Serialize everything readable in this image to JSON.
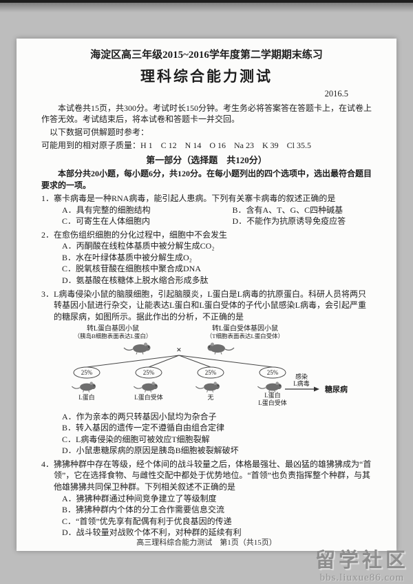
{
  "page": {
    "title": "海淀区高三年级2015~2016学年度第二学期期末练习",
    "subject": "理科综合能力测试",
    "date": "2016.5",
    "exam_notice": "本试卷共15页，共300分。考试时长150分钟。考生务必将答案答在答题卡上，在试卷上作答无效。考试结束后，将本试卷和答题卡一并交回。",
    "data_hint": "以下数据可供解题时参考：",
    "atomic_mass": "可能用到的相对原子质量：H 1　C 12　N 14　O 16　Na 23　K 39　Cl 35.5",
    "section_title": "第一部分（选择题　共120分）",
    "section_intro": "本部分共20小题，每小题6分，共120分。在每小题列出的四个选项中，选出最符合题目要求的一项。",
    "footer": "高三理科综合能力测试　第1页（共15页）"
  },
  "q1": {
    "stem": "1．寨卡病毒是一种RNA病毒，能引起人患病。下列有关寨卡病毒的叙述正确的是",
    "options": [
      "A．具有完整的细胞结构",
      "B．含有A、T、G、C四种碱基",
      "C．可寄生在人体细胞内",
      "D．不能作为抗原诱导免疫应答"
    ]
  },
  "q2": {
    "stem": "2．在愈伤组织细胞的分化过程中，细胞中不会发生",
    "options": [
      "A．丙酮酸在线粒体基质中被分解生成CO₂",
      "B．水在叶绿体基质中被分解生成O₂",
      "C．脱氧核苷酸在细胞核中聚合成DNA",
      "D．氨基酸在核糖体上脱水缩合形成多肽"
    ]
  },
  "q3": {
    "stem": "3．L病毒侵染小鼠的脑膜细胞，引起脑膜炎，L蛋白是L病毒的抗原蛋白。科研人员将两只转基因小鼠进行杂交，让能表达L蛋白和L蛋白受体的子代小鼠感染L病毒，会引起严重的糖尿病，如图所示。据此作出的分析，不正确的是",
    "figure": {
      "left_parent_1": "转L蛋白基因小鼠",
      "left_parent_2": "（胰岛B细胞表面表达L蛋白）",
      "right_parent_1": "转L蛋白受体基因小鼠",
      "right_parent_2": "（T细胞表面表达L蛋白受体）",
      "cross": "×",
      "ratios": [
        "25%",
        "25%",
        "25%",
        "25%"
      ],
      "offspring": [
        "L蛋白",
        "L蛋白受体",
        "无"
      ],
      "offspring4_1": "L蛋白",
      "offspring4_2": "L蛋白受体",
      "infect_1": "感染",
      "infect_2": "L病毒",
      "result": "糖尿病"
    },
    "options": [
      "A．作为亲本的两只转基因小鼠均为杂合子",
      "B．转入基因的遗传一定不遵循自由组合定律",
      "C．L病毒侵染的细胞可被效应T细胞裂解",
      "D．小鼠患糖尿病的原因是胰岛B细胞被裂解破坏"
    ]
  },
  "q4": {
    "stem": "4．狒狒种群中存在等级，经个体间的战斗较量之后，体格最强壮、最凶猛的雄狒狒成为“首领”，它在选择食物、与雌性交配中都处于优势地位。“首领”也负责指挥整个种群，与其他雄狒狒共同保卫种群。下列相关叙述不正确的是",
    "options": [
      "A．狒狒种群通过种间竞争建立了等级制度",
      "B．狒狒种群内个体的分工合作需要信息交流",
      "C．“首领”优先享有配偶有利于优良基因的传递",
      "D．战斗较量对战败个体不利，对种群的延续有利"
    ]
  },
  "watermark": {
    "line1": "留学社区",
    "line2": "bbs.liuxue86.com"
  }
}
